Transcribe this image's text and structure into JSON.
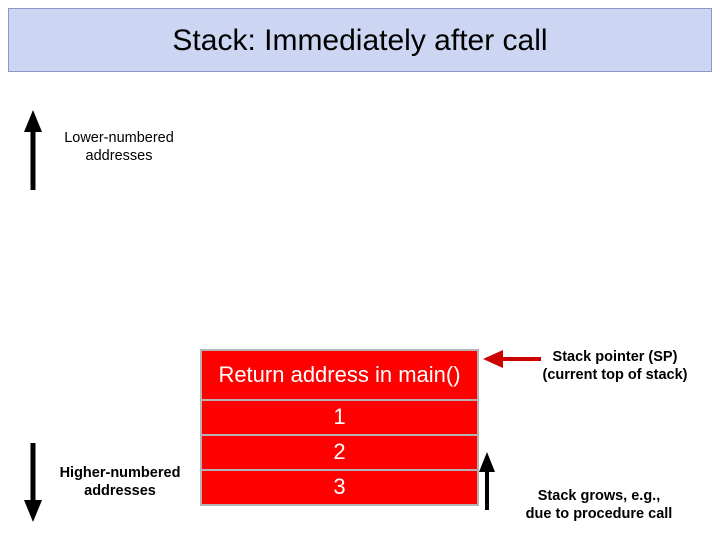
{
  "slide": {
    "title": "Stack: Immediately after call",
    "background_color": "#ffffff",
    "title_fill": "#ccd5f2",
    "title_border": "#8a97c8",
    "cell_fill": "#fe0000",
    "cell_border": "#b3b3b3",
    "cell_text_color": "#ffffff"
  },
  "labels": {
    "lower_addresses": "Lower-numbered\naddresses",
    "higher_addresses": "Higher-numbered\naddresses",
    "stack_pointer": "Stack pointer (SP)\n(current top of stack)",
    "stack_grows": "Stack grows, e.g.,\ndue to procedure call"
  },
  "stack": {
    "cells": [
      {
        "text": "Return address in\nmain()",
        "size": "tall"
      },
      {
        "text": "1",
        "size": "short"
      },
      {
        "text": "2",
        "size": "short"
      },
      {
        "text": "3",
        "size": "short"
      }
    ]
  },
  "arrows": [
    {
      "name": "lower-addresses-arrow",
      "direction": "up",
      "color": "#000000"
    },
    {
      "name": "higher-addresses-arrow",
      "direction": "down",
      "color": "#000000"
    },
    {
      "name": "stack-pointer-arrow",
      "direction": "left",
      "color": "#cc0000"
    },
    {
      "name": "stack-grows-arrow",
      "direction": "up",
      "color": "#000000"
    }
  ]
}
